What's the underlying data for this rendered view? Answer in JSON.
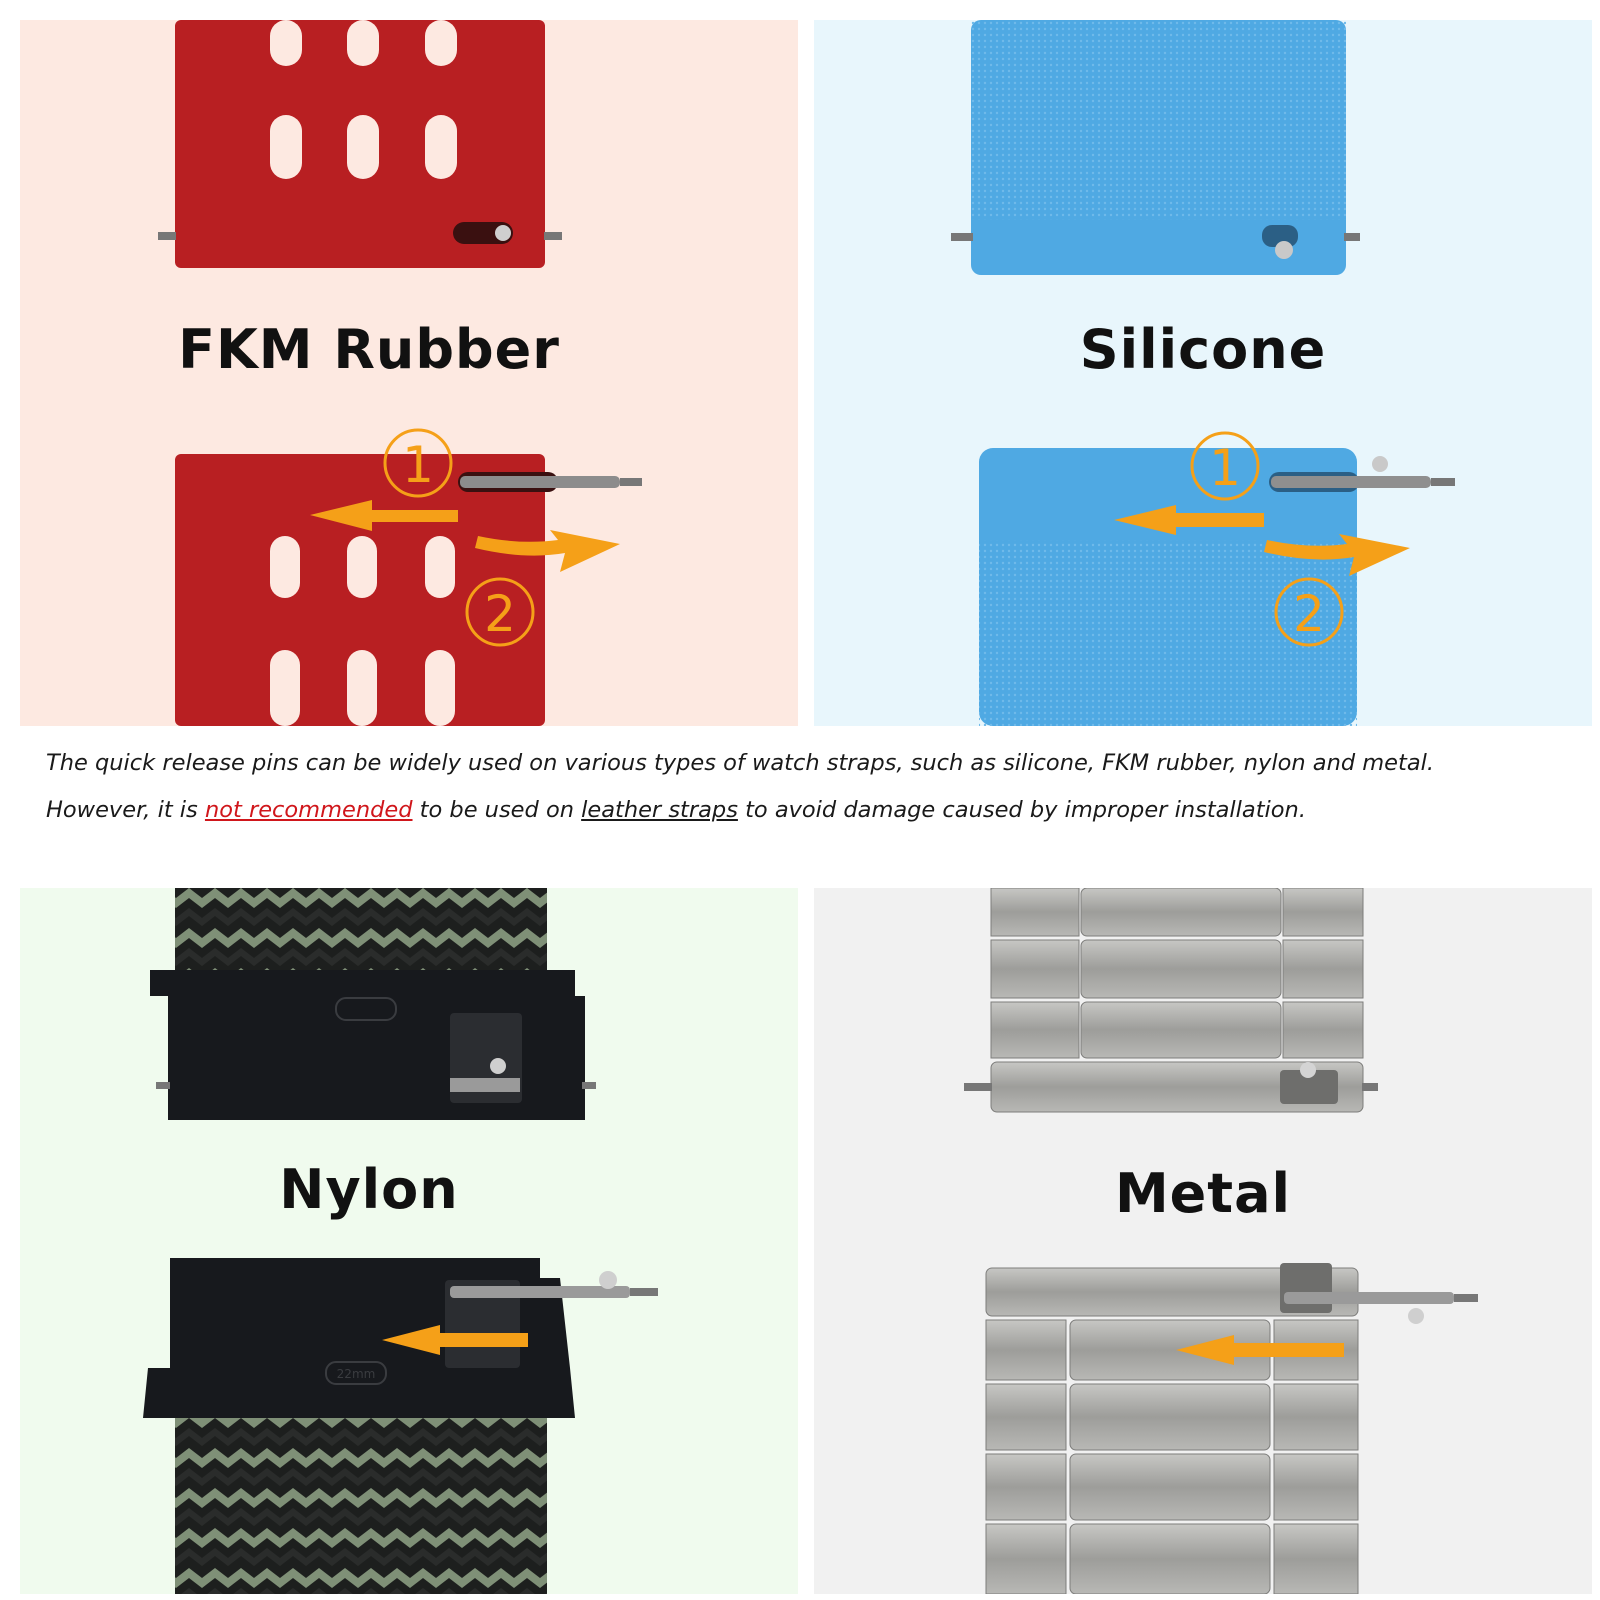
{
  "colors": {
    "fkm_bg": "#fde9e1",
    "silicone_bg": "#e8f6fc",
    "nylon_bg": "#f0fbee",
    "metal_bg": "#f1f1f1",
    "fkm_strap": "#b81f22",
    "silicone_strap": "#4fa9e3",
    "nylon_case": "#17191d",
    "metal": "#a9a9a6",
    "arrow": "#f5a018",
    "warning_text": "#d0161b"
  },
  "panels": {
    "fkm": {
      "label": "FKM Rubber",
      "steps": [
        "1",
        "2"
      ]
    },
    "silicone": {
      "label": "Silicone",
      "steps": [
        "1",
        "2"
      ]
    },
    "nylon": {
      "label": "Nylon",
      "size_mark": "22mm"
    },
    "metal": {
      "label": "Metal"
    }
  },
  "caption": {
    "line1": "The quick release pins can be widely used on various types of watch straps, such as silicone, FKM rubber, nylon and metal.",
    "line2_prefix": "However, it is ",
    "line2_warning": "not recommended",
    "line2_middle": " to be used on ",
    "line2_emphasis": "leather straps",
    "line2_suffix": " to avoid damage caused by improper installation."
  }
}
